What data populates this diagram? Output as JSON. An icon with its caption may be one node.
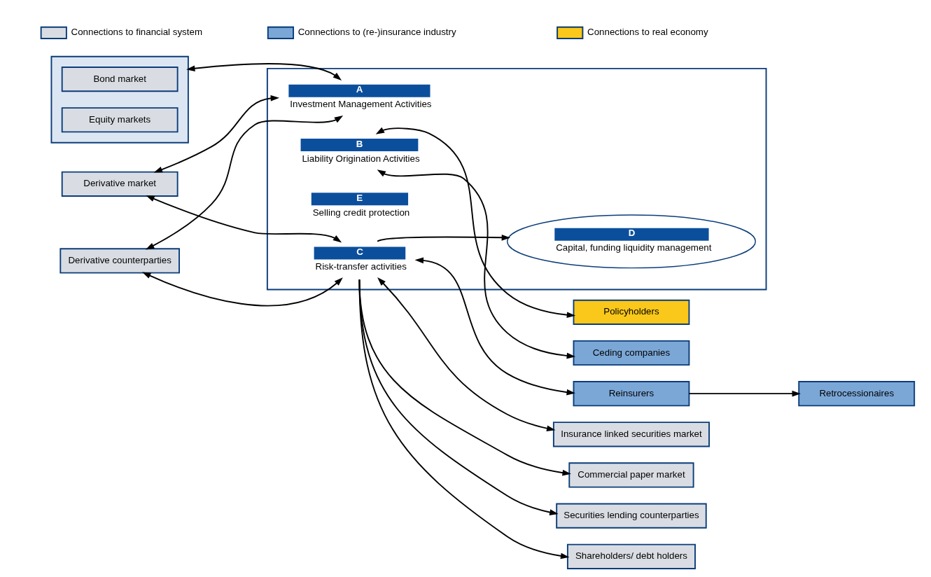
{
  "diagram": {
    "nodes": [
      {
        "text": [],
        "shape": "box"
      },
      {
        "text": [
          "A",
          "Investment Management Activities"
        ],
        "in": 0
      },
      {
        "text": [
          "B",
          "Liability Origination Activities"
        ],
        "in": 0
      },
      {
        "text": [
          "E",
          "Selling credit protection"
        ],
        "in": 0
      },
      {
        "text": [
          "D",
          "Capital, funding liquidity management"
        ],
        "in": 0
      },
      {
        "text": [
          "C",
          "Risk-transfer activities"
        ],
        "in": 0
      },
      {
        "text": [],
        "shape": "box"
      },
      {
        "text": [
          "Bond market"
        ],
        "in": 6
      },
      {
        "text": [
          "Equity markets"
        ],
        "in": 6
      },
      {
        "text": [
          "Derivative market"
        ]
      },
      {
        "text": [
          "Derivative counterparties"
        ]
      },
      {
        "text": [
          "Policyholders"
        ]
      },
      {
        "text": [
          "Ceding companies"
        ]
      },
      {
        "text": [
          "Reinsurers"
        ]
      },
      {
        "text": [
          "Retrocessionaires"
        ]
      },
      {
        "text": [
          "Insurance linked securities market"
        ]
      },
      {
        "text": [
          "Commercial paper market"
        ]
      },
      {
        "text": [
          "Securities lending counterparties"
        ]
      },
      {
        "text": [
          "Shareholders/ debt holders"
        ]
      }
    ],
    "edges": [
      {
        "from": 6,
        "to": 1,
        "arrow": "both"
      },
      {
        "from": 9,
        "to": 1,
        "arrow": "both"
      },
      {
        "from": 9,
        "to": 5,
        "arrow": "both"
      },
      {
        "from": 10,
        "to": 1,
        "arrow": "both"
      },
      {
        "from": 10,
        "to": 5,
        "arrow": "both"
      },
      {
        "from": 2,
        "to": 11,
        "arrow": "both"
      },
      {
        "from": 2,
        "to": 12,
        "arrow": "both"
      },
      {
        "from": 5,
        "to": 13,
        "arrow": "both"
      },
      {
        "from": 13,
        "to": 14,
        "arrow": "to"
      },
      {
        "from": 5,
        "to": 15,
        "arrow": "both"
      },
      {
        "from": 5,
        "to": 4,
        "arrow": "to"
      },
      {
        "from": 5,
        "to": 16,
        "arrow": "to"
      },
      {
        "from": 5,
        "to": 17,
        "arrow": "to"
      },
      {
        "from": 5,
        "to": 18,
        "arrow": "to"
      }
    ],
    "legend": [
      {
        "text": "Connections to financial system",
        "color": "#d9dde3"
      },
      {
        "text": "Connections to (re-)insurance industry",
        "color": "#7ba7d7"
      },
      {
        "text": "Connections to real economy",
        "color": "#f9c81a"
      }
    ]
  }
}
